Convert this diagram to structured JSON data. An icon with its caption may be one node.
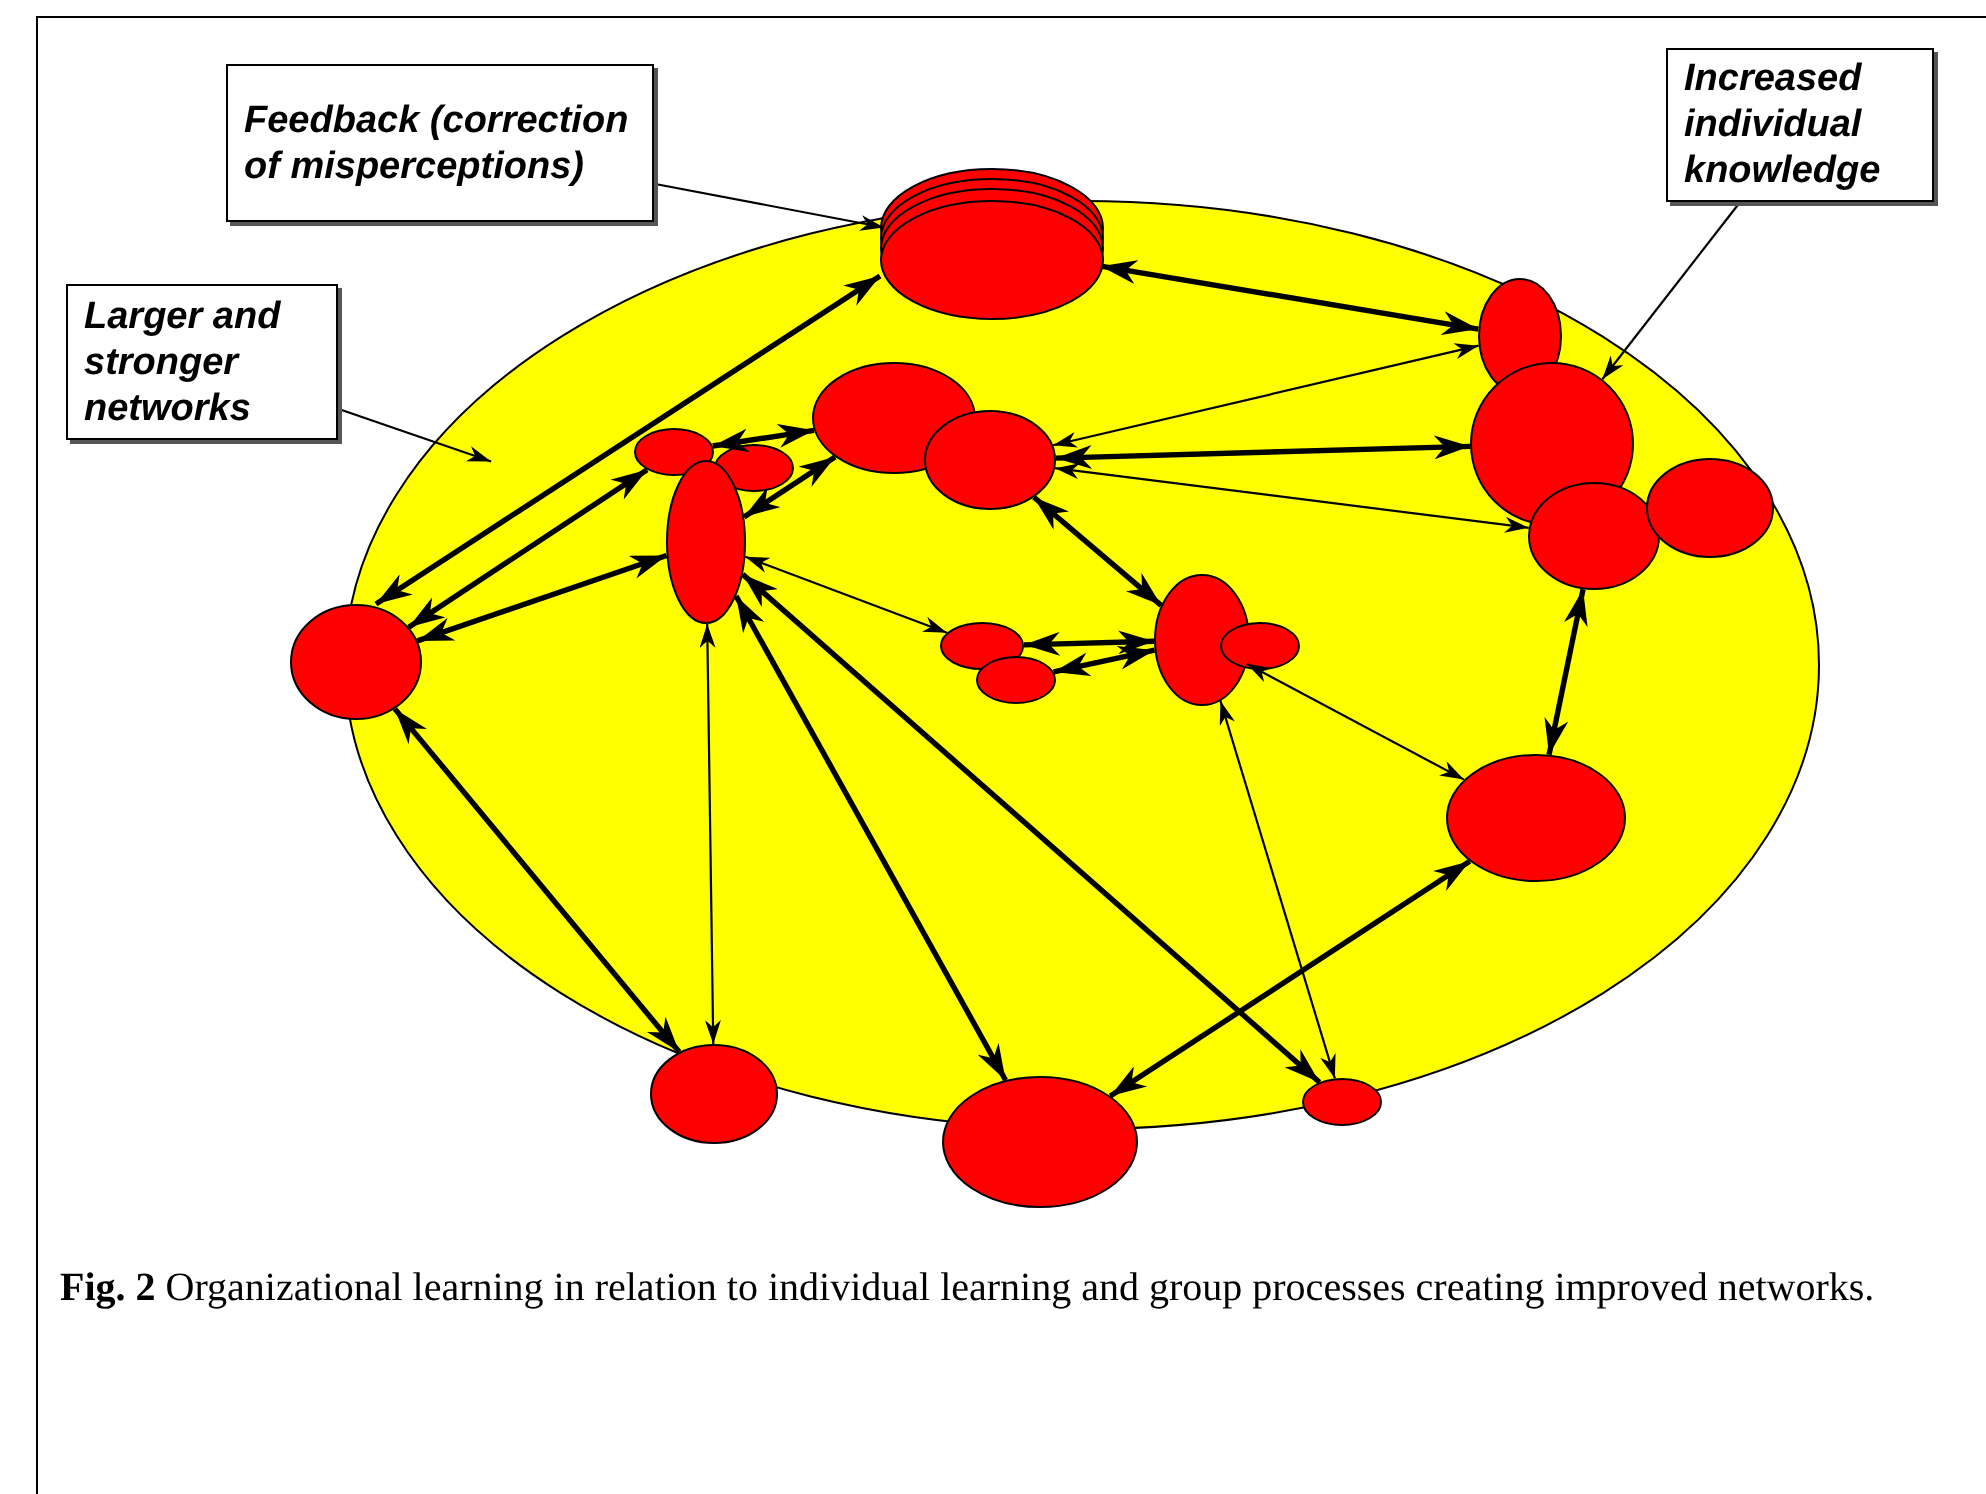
{
  "diagram": {
    "caption": "**Fig. 2** Organizational learning in relation to individual learning and group processes creating improved networks.",
    "nodes": [
      {
        "text": [
          "Feedback (correction of misperceptions)"
        ]
      },
      {
        "text": [
          "Increased individual knowledge"
        ]
      },
      {
        "text": [
          "Larger and stronger networks"
        ]
      },
      {
        "text": [],
        "shape": "ellipse"
      },
      {
        "text": [],
        "shape": "stack"
      },
      {
        "text": [],
        "shape": "ellipse",
        "in": 3
      },
      {
        "text": [],
        "shape": "ellipse",
        "in": 3
      },
      {
        "text": [],
        "shape": "ellipse",
        "in": 3
      },
      {
        "text": [],
        "shape": "ellipse",
        "in": 3
      },
      {
        "text": [],
        "shape": "ellipse",
        "in": 3
      },
      {
        "text": [],
        "shape": "ellipse",
        "in": 3
      },
      {
        "text": [],
        "shape": "ellipse",
        "in": 3
      },
      {
        "text": [],
        "shape": "ellipse",
        "in": 3
      },
      {
        "text": [],
        "shape": "ellipse",
        "in": 3
      },
      {
        "text": [],
        "shape": "ellipse",
        "in": 3
      },
      {
        "text": [],
        "shape": "ellipse",
        "in": 3
      },
      {
        "text": [],
        "shape": "ellipse",
        "in": 3
      },
      {
        "text": [],
        "shape": "ellipse",
        "in": 3
      },
      {
        "text": [],
        "shape": "ellipse"
      },
      {
        "text": [],
        "shape": "ellipse",
        "in": 3
      },
      {
        "text": [],
        "shape": "ellipse"
      },
      {
        "text": [],
        "shape": "ellipse"
      },
      {
        "text": [],
        "shape": "ellipse"
      }
    ],
    "edges": [
      {
        "from": 0,
        "to": 4,
        "arrow": "to"
      },
      {
        "from": 1,
        "to": 11,
        "arrow": "to"
      },
      {
        "from": 2,
        "to": 3,
        "arrow": "to"
      },
      {
        "from": 18,
        "to": 4,
        "arrow": "both"
      },
      {
        "from": 18,
        "to": 5,
        "arrow": "both"
      },
      {
        "from": 18,
        "to": 7,
        "arrow": "both"
      },
      {
        "from": 18,
        "to": 20,
        "arrow": "both"
      },
      {
        "from": 4,
        "to": 10,
        "arrow": "both"
      },
      {
        "from": 5,
        "to": 8,
        "arrow": "both"
      },
      {
        "from": 7,
        "to": 8,
        "arrow": "both"
      },
      {
        "from": 9,
        "to": 11,
        "arrow": "both"
      },
      {
        "from": 9,
        "to": 16,
        "arrow": "both"
      },
      {
        "from": 12,
        "to": 19,
        "arrow": "both"
      },
      {
        "from": 19,
        "to": 21,
        "arrow": "both"
      },
      {
        "from": 14,
        "to": 16,
        "arrow": "both"
      },
      {
        "from": 15,
        "to": 16,
        "arrow": "both"
      },
      {
        "from": 7,
        "to": 21,
        "arrow": "both"
      },
      {
        "from": 7,
        "to": 22,
        "arrow": "both"
      },
      {
        "from": 7,
        "to": 20,
        "arrow": "both"
      },
      {
        "from": 9,
        "to": 10,
        "arrow": "both"
      },
      {
        "from": 9,
        "to": 12,
        "arrow": "both"
      },
      {
        "from": 7,
        "to": 14,
        "arrow": "both"
      },
      {
        "from": 16,
        "to": 19,
        "arrow": "both"
      },
      {
        "from": 16,
        "to": 22,
        "arrow": "both"
      }
    ]
  }
}
